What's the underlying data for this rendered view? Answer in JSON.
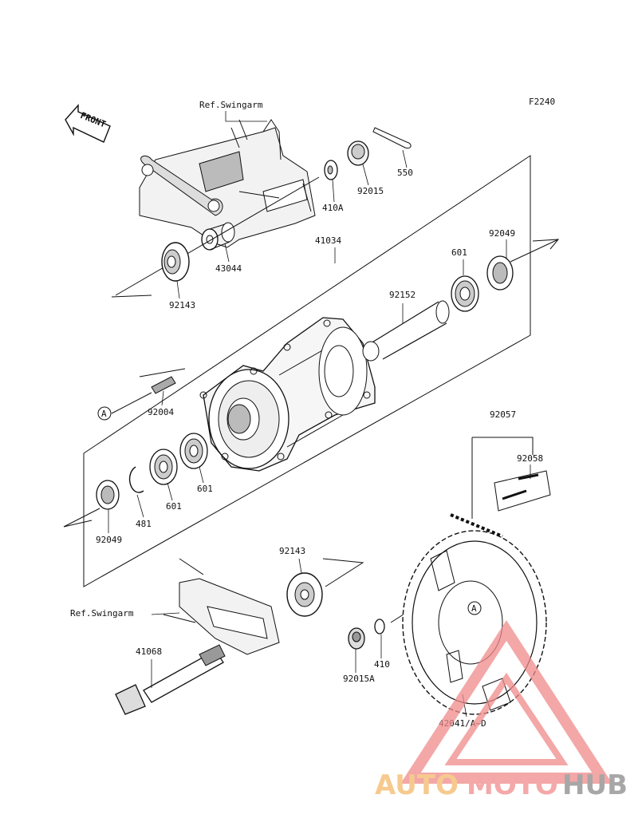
{
  "diagram": {
    "figure_code": "F2240",
    "front_label": "FRONT",
    "callout_a": "A",
    "parts": {
      "ref_swingarm_top": "Ref.Swingarm",
      "ref_swingarm_bottom": "Ref.Swingarm",
      "p550": "550",
      "p92015": "92015",
      "p410a": "410A",
      "p43044": "43044",
      "p92143_top": "92143",
      "p41034": "41034",
      "p92049_right": "92049",
      "p601_right": "601",
      "p92152": "92152",
      "p92004": "92004",
      "p601_a": "601",
      "p601_b": "601",
      "p481": "481",
      "p92049_left": "92049",
      "p92057": "92057",
      "p92058": "92058",
      "p92143_bottom": "92143",
      "p41068": "41068",
      "p410": "410",
      "p92015a": "92015A",
      "p42041": "42041/A~D"
    }
  },
  "watermark": {
    "word_part1": "AUTO",
    "word_part2": "MOTO",
    "word_part3": "HUB",
    "color_part1": "#f4b96a",
    "color_part2": "#f28c8c",
    "color_part3": "#8a8a8a"
  }
}
